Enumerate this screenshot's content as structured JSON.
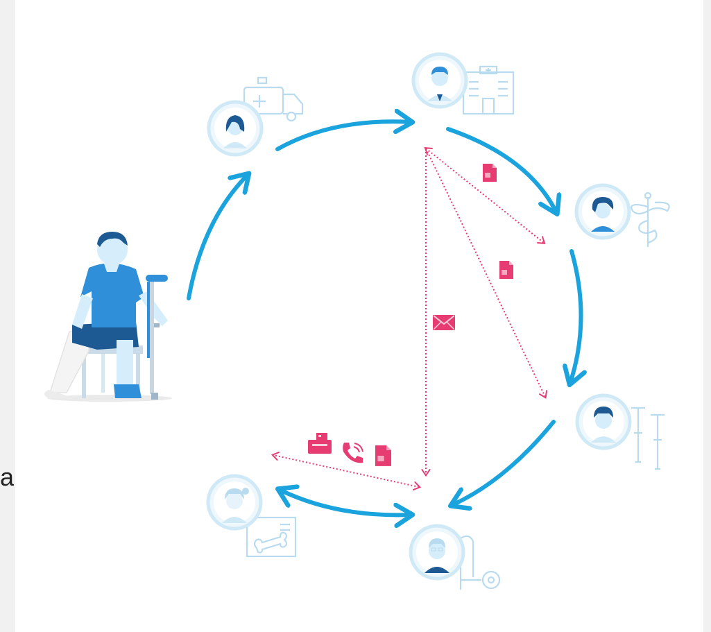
{
  "page": {
    "stray_text": "a"
  },
  "colors": {
    "flow_arrow": "#1aa3dc",
    "doc_arrow": "#e63c72",
    "avatar_ring": "#cfe9f6",
    "icon_outline": "#b9dbef",
    "patient_shirt": "#2f8fd8",
    "patient_skin": "#d6eefb",
    "patient_dark": "#1d5a94",
    "cast": "#f2f2f2"
  },
  "nodes": [
    {
      "id": "patient",
      "name": "patient-figure"
    },
    {
      "id": "emergency",
      "name": "paramedic-node",
      "icon": "ambulance-icon"
    },
    {
      "id": "hospital",
      "name": "hospital-doctor-node",
      "icon": "hospital-icon"
    },
    {
      "id": "specialist",
      "name": "medical-specialist-node",
      "icon": "caduceus-icon"
    },
    {
      "id": "rehab",
      "name": "rehab-node",
      "icon": "crutches-icon"
    },
    {
      "id": "gp",
      "name": "general-practitioner-node",
      "icon": "stethoscope-icon"
    },
    {
      "id": "radiology",
      "name": "radiology-node",
      "icon": "xray-bone-icon"
    }
  ],
  "communication_icons": [
    "document-icon",
    "email-icon",
    "fax-icon",
    "phone-icon"
  ]
}
